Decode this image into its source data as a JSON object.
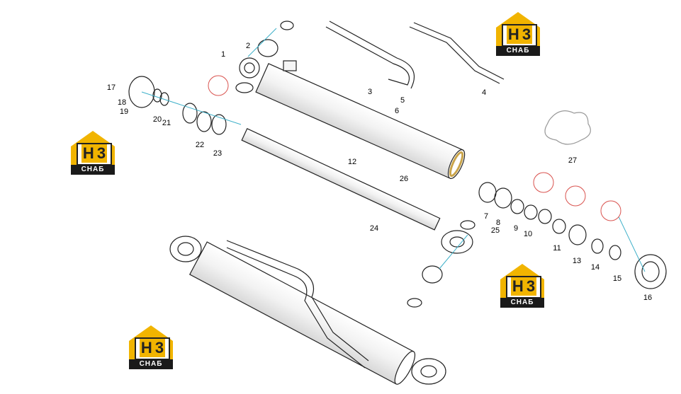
{
  "parts": {
    "p1": "1",
    "p2": "2",
    "p3": "3",
    "p4": "4",
    "p5": "5",
    "p6": "6",
    "p7": "7",
    "p8": "8",
    "p9": "9",
    "p10": "10",
    "p11": "11",
    "p12": "12",
    "p13": "13",
    "p14": "14",
    "p15": "15",
    "p16": "16",
    "p17": "17",
    "p18": "18",
    "p19": "19",
    "p20": "20",
    "p21": "21",
    "p22": "22",
    "p23": "23",
    "p24": "24",
    "p25": "25",
    "p26": "26",
    "p27": "27"
  },
  "logo": {
    "mark_left": "H",
    "mark_right": "3",
    "sub": "CHAБ"
  },
  "colors": {
    "brand_yellow": "#f1b400",
    "brand_dark": "#1a1a1a",
    "leader_line": "#3fb0c9",
    "callout_red": "#d9534f"
  }
}
